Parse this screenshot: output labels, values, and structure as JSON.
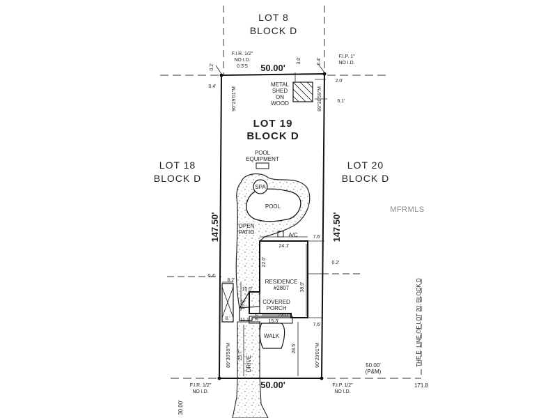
{
  "labels": {
    "lot8": "LOT 8",
    "block8": "BLOCK D",
    "lot18": "LOT 18",
    "block18": "BLOCK D",
    "lot19": "LOT 19",
    "block19": "BLOCK D",
    "lot20": "LOT 20",
    "block20": "BLOCK D",
    "metal_shed": [
      "METAL",
      "SHED",
      "ON",
      "WOOD"
    ],
    "pool_equipment": [
      "POOL",
      "EQUIPMENT"
    ],
    "spa": "SPA",
    "pool": "POOL",
    "open_patio": [
      "OPEN",
      "PATIO"
    ],
    "ac": "A/C",
    "residence": [
      "RESIDENCE",
      "#2807"
    ],
    "covered_porch": [
      "COVERED",
      "PORCH"
    ],
    "walk": "WALK",
    "drive": "DRIVE",
    "east_line": "THE E. LINE OF LOT 20, BLOCK D",
    "watermark": "MFRMLS"
  },
  "monuments": {
    "nw": [
      "F.I.R. 1/2\"",
      "NO I.D.",
      "0.3'S"
    ],
    "ne": [
      "F.I.P. 1\"",
      "NO I.D."
    ],
    "sw": [
      "F.I.R. 1/2\"",
      "NO I.D."
    ],
    "se": [
      "F.I.P. 1/2\"",
      "NO I.D."
    ]
  },
  "dimensions": {
    "north": "50.00'",
    "south": "50.00'",
    "west": "147.50'",
    "east": "147.50'",
    "pm": [
      "50.00'",
      "(P&M)"
    ],
    "offset_1718": "171.8",
    "road_30": "30.00'",
    "bearing_nw": "90°29'01\"M",
    "bearing_ne": "89°30'59\"M",
    "bearing_sw": "89°30'59\"M",
    "bearing_se": "90°29'01\"M",
    "d_02_nw": "0.2'",
    "d_04_nw": "0.4'",
    "d_30_top": "3.0'",
    "d_04_ne": "0.4'",
    "d_20": "2.0'",
    "d_61": "6.1'",
    "d_76_top": "7.6'",
    "d_241": "24.1'",
    "d_220": "22.0'",
    "d_02_east": "0.2'",
    "d_380": "38.0'",
    "d_04_west": "0.4'",
    "d_8a": "8.2'",
    "d_100": "10.0'",
    "d_192": "19.2'",
    "d_8b": "8.'",
    "d_111": "11.1'",
    "d_32": "3.2'",
    "d_230": "23.0'",
    "d_153": "15.3'",
    "d_76_bot": "7.6'",
    "d_257": "25.7'",
    "d_285": "28.5'"
  }
}
